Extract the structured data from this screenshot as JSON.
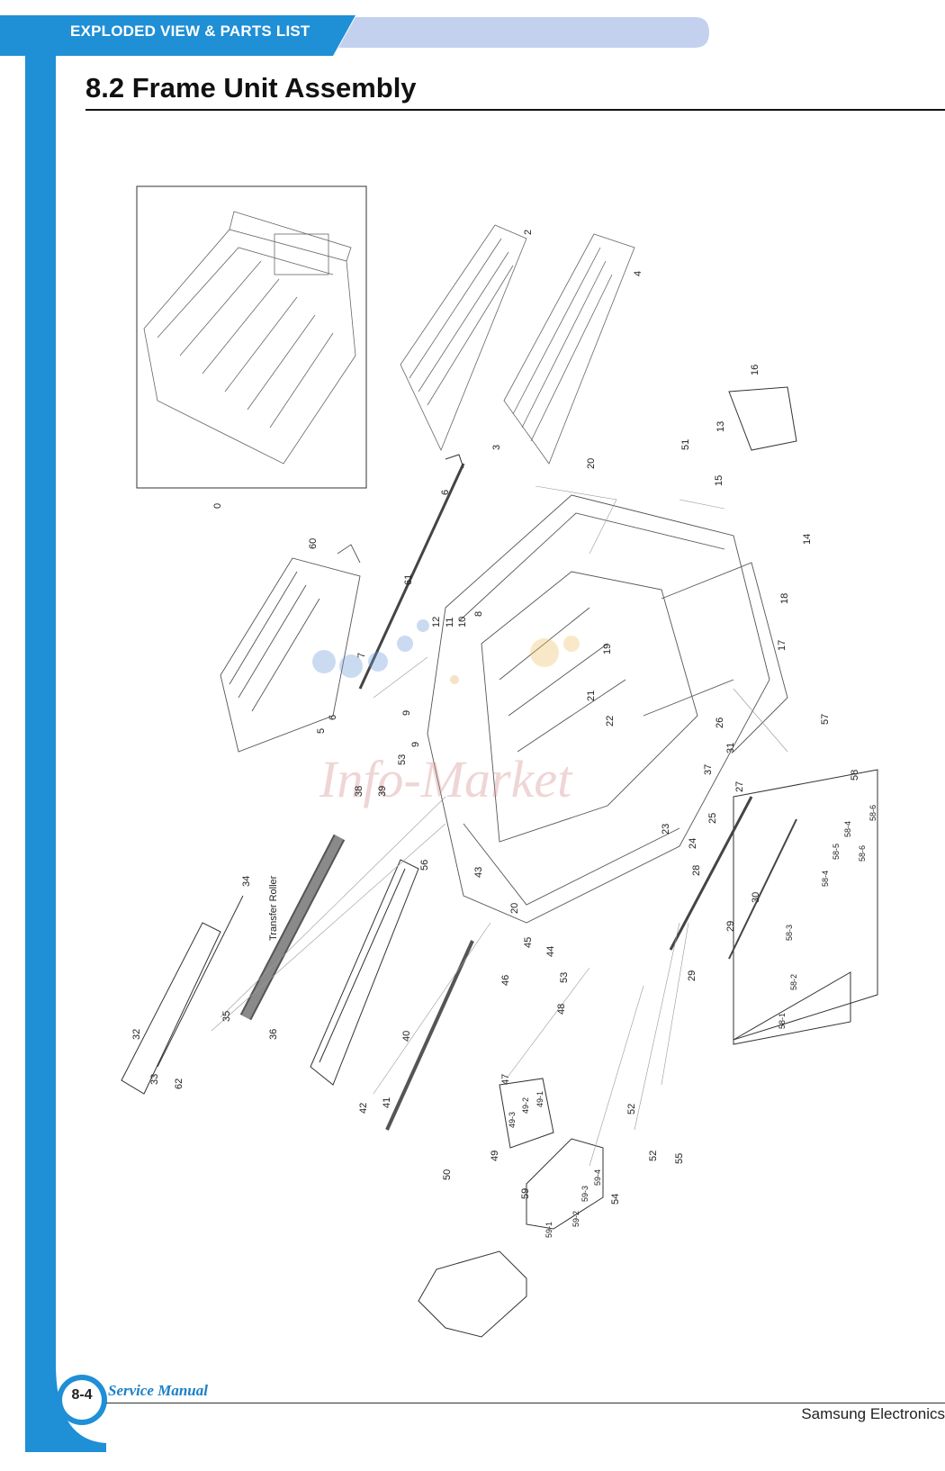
{
  "header": {
    "section_label": "EXPLODED VIEW & PARTS LIST",
    "accent_color": "#1f8fd6",
    "tab_color": "#c3d1ef"
  },
  "title": "8.2 Frame Unit Assembly",
  "diagram": {
    "labels": {
      "p0": "0",
      "p2": "2",
      "p3": "3",
      "p4": "4",
      "p5": "5",
      "p6a": "6",
      "p6b": "6",
      "p7": "7",
      "p8": "8",
      "p9a": "9",
      "p9b": "9",
      "p10": "10",
      "p11": "11",
      "p12": "12",
      "p13": "13",
      "p14": "14",
      "p15": "15",
      "p16": "16",
      "p17": "17",
      "p18": "18",
      "p19": "19",
      "p20a": "20",
      "p20b": "20",
      "p21": "21",
      "p22": "22",
      "p23": "23",
      "p24": "24",
      "p25": "25",
      "p26": "26",
      "p27": "27",
      "p28": "28",
      "p29a": "29",
      "p29b": "29",
      "p30": "30",
      "p31": "31",
      "p32": "32",
      "p33": "33",
      "p34": "34",
      "p35": "35",
      "p36": "36",
      "p37": "37",
      "p38": "38",
      "p39": "39",
      "p40": "40",
      "p41": "41",
      "p42": "42",
      "p43": "43",
      "p44": "44",
      "p45": "45",
      "p46": "46",
      "p47": "47",
      "p48": "48",
      "p49": "49",
      "p49_1": "49-1",
      "p49_2": "49-2",
      "p49_3": "49-3",
      "p50": "50",
      "p51": "51",
      "p52a": "52",
      "p52b": "52",
      "p53a": "53",
      "p53b": "53",
      "p54": "54",
      "p55": "55",
      "p56": "56",
      "p57": "57",
      "p58": "58",
      "p58_1": "58-1",
      "p58_2": "58-2",
      "p58_3": "58-3",
      "p58_4a": "58-4",
      "p58_4b": "58-4",
      "p58_5": "58-5",
      "p58_6a": "58-6",
      "p58_6b": "58-6",
      "p59": "59",
      "p59_1": "59-1",
      "p59_2": "59-2",
      "p59_3": "59-3",
      "p59_4": "59-4",
      "p60": "60",
      "p61": "61",
      "p62": "62",
      "transfer": "Transfer Roller"
    }
  },
  "footer": {
    "page_number": "8-4",
    "manual_label": "Service Manual",
    "company": "Samsung Electronics"
  }
}
